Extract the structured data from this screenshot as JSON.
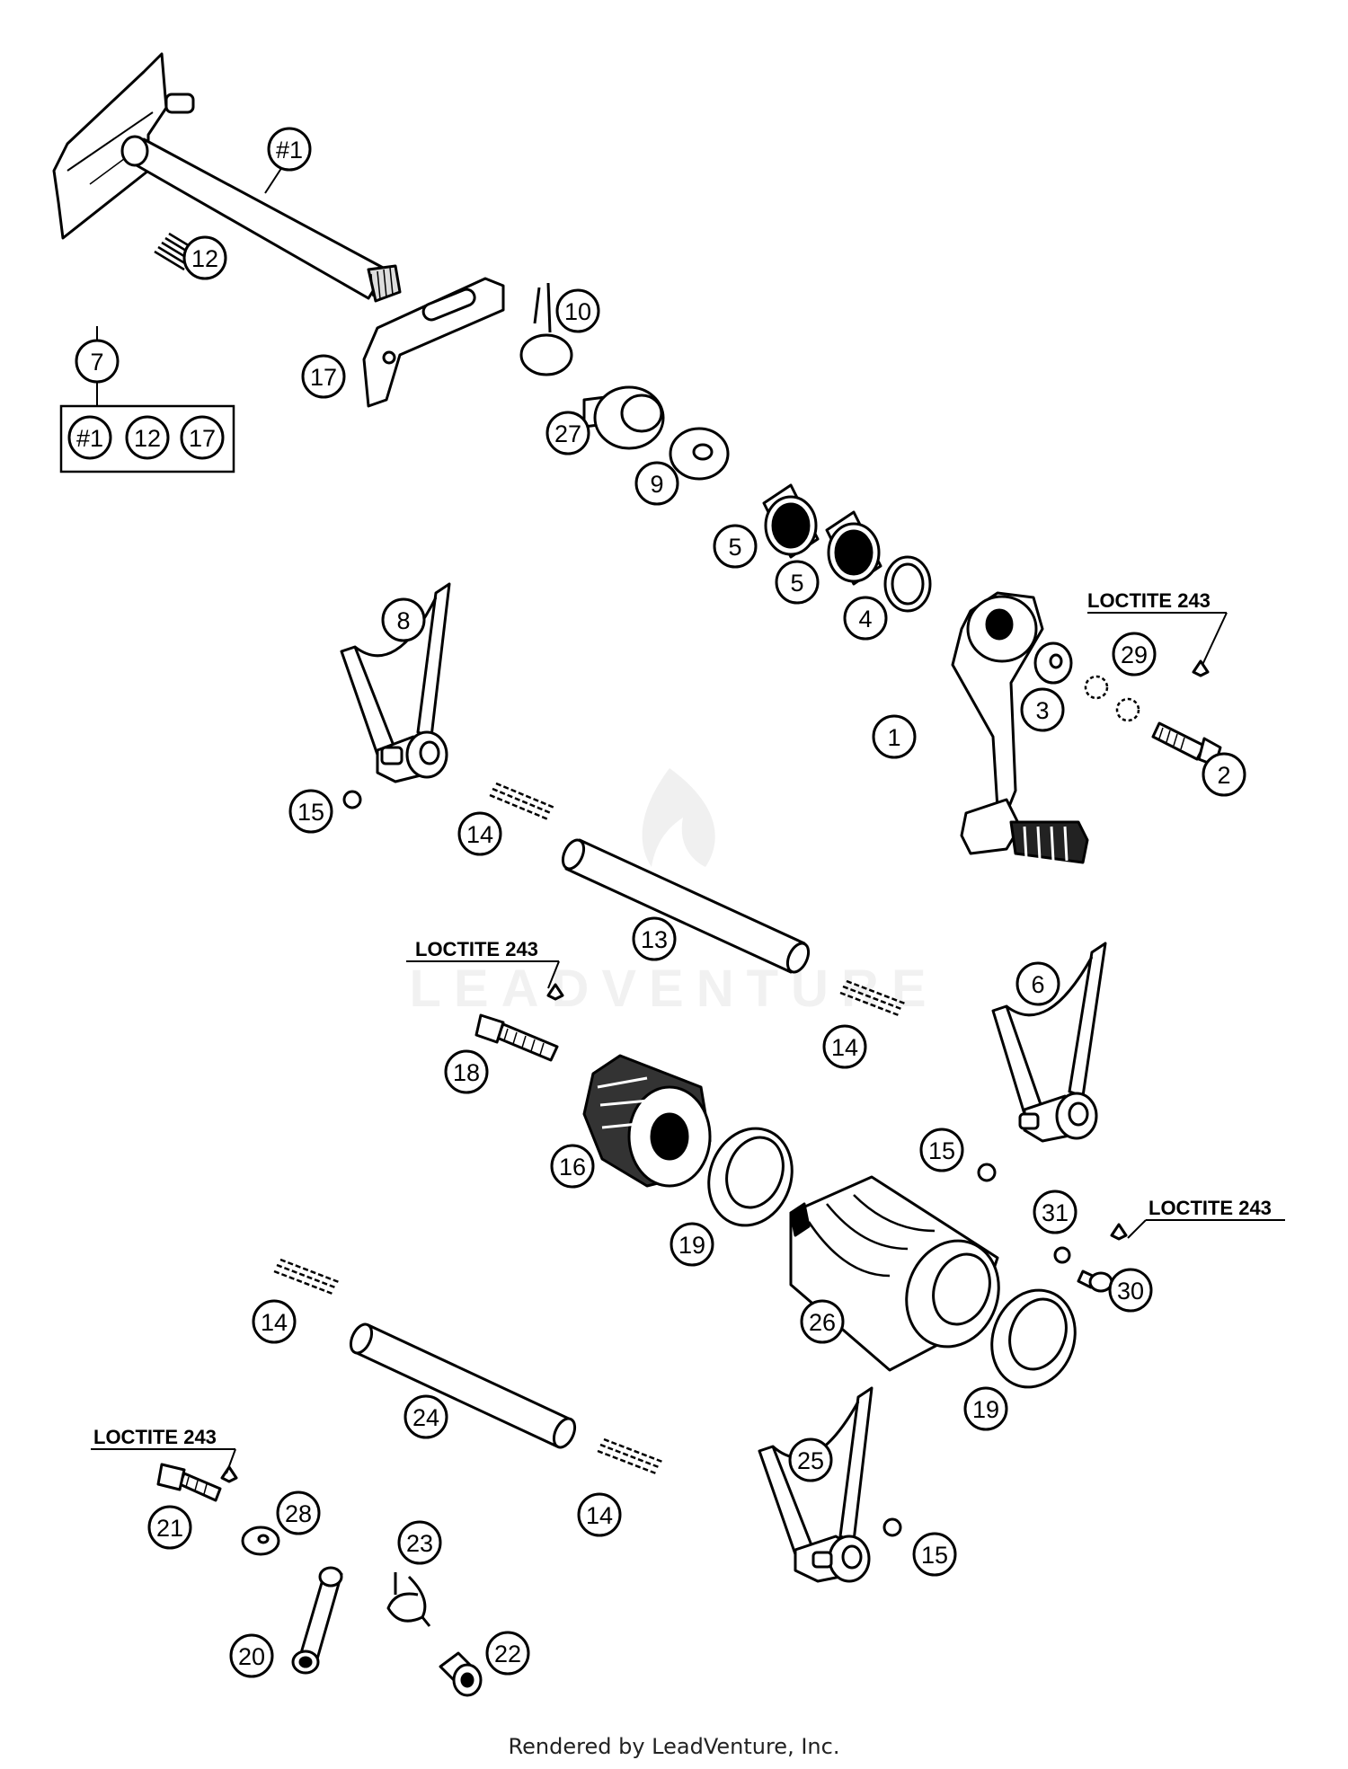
{
  "footer": "Rendered by LeadVenture, Inc.",
  "watermark": "LEADVENTURE",
  "loctite": "LOCTITE 243",
  "callouts": [
    "#1",
    "12",
    "17",
    "10",
    "7",
    "#1",
    "12",
    "17",
    "27",
    "9",
    "5",
    "5",
    "4",
    "8",
    "1",
    "3",
    "29",
    "2",
    "15",
    "14",
    "13",
    "18",
    "16",
    "6",
    "14",
    "15",
    "31",
    "30",
    "19",
    "26",
    "19",
    "14",
    "24",
    "21",
    "28",
    "23",
    "20",
    "22",
    "25",
    "15",
    "14"
  ]
}
